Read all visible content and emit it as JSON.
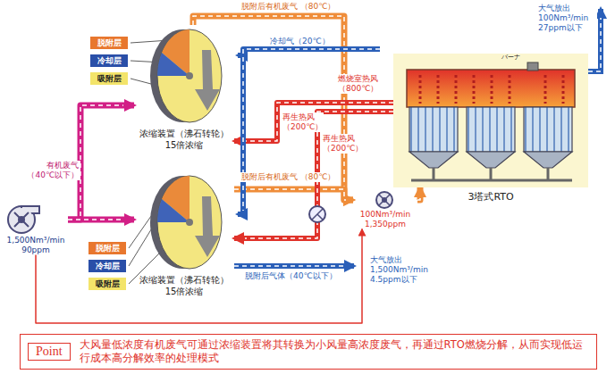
{
  "diagram": {
    "nodes": [
      {
        "text": [
          "1,500Nm³/min 90ppm"
        ]
      },
      {
        "text": [
          "浓缩装置（沸石转轮）",
          "15倍浓缩"
        ]
      },
      {
        "text": [
          "浓缩装置（沸石转轮）",
          "15倍浓缩"
        ]
      },
      {
        "text": [
          "3塔式RTO",
          "バーナ"
        ]
      },
      {
        "text": [
          "100Nm³/min 1,350ppm"
        ]
      },
      {
        "text": [
          "Point",
          "大风量低浓度有机废气可通过浓缩装置将其转换为小风量高浓度废气，再通过RTO燃烧分解，从而实现低运行成本高分解效率的处理模式"
        ]
      }
    ],
    "edges": [
      {
        "from": 0,
        "to": 1,
        "arrow": "to",
        "label": "有机废气 （40℃以下）"
      },
      {
        "from": 0,
        "to": 2,
        "arrow": "to"
      },
      {
        "from": 1,
        "to": 4,
        "arrow": "to",
        "label": "脱附后有机废气 （80℃）"
      },
      {
        "from": 2,
        "to": 4,
        "arrow": "to",
        "label": "脱附后有机废气 （80℃）"
      },
      {
        "from": 4,
        "to": 3,
        "arrow": "to"
      },
      {
        "from": 3,
        "to": 1,
        "arrow": "to",
        "label": "再生热风 （200℃）"
      },
      {
        "from": 3,
        "to": 2,
        "arrow": "to",
        "label": "再生热风 （200℃）"
      },
      {
        "from": 0,
        "to": 4,
        "arrow": "to"
      }
    ],
    "labels": [
      "冷却气（20℃）",
      "燃烧室热风 （800℃）",
      "脱附后气体（40℃以下）",
      "大气放出 1,500Nm³/min 4.5ppm以下",
      "大气放出 100Nm³/min 27ppm以下"
    ],
    "legend": [
      {
        "text": "脱附层",
        "color": "#e8772e"
      },
      {
        "text": "冷却层",
        "color": "#2a4fa8"
      },
      {
        "text": "吸附层",
        "color": "#f3e46a"
      },
      {
        "text": "脱附层",
        "color": "#e8772e"
      },
      {
        "text": "冷却层",
        "color": "#2a4fa8"
      },
      {
        "text": "吸附层",
        "color": "#f3e46a"
      }
    ]
  }
}
